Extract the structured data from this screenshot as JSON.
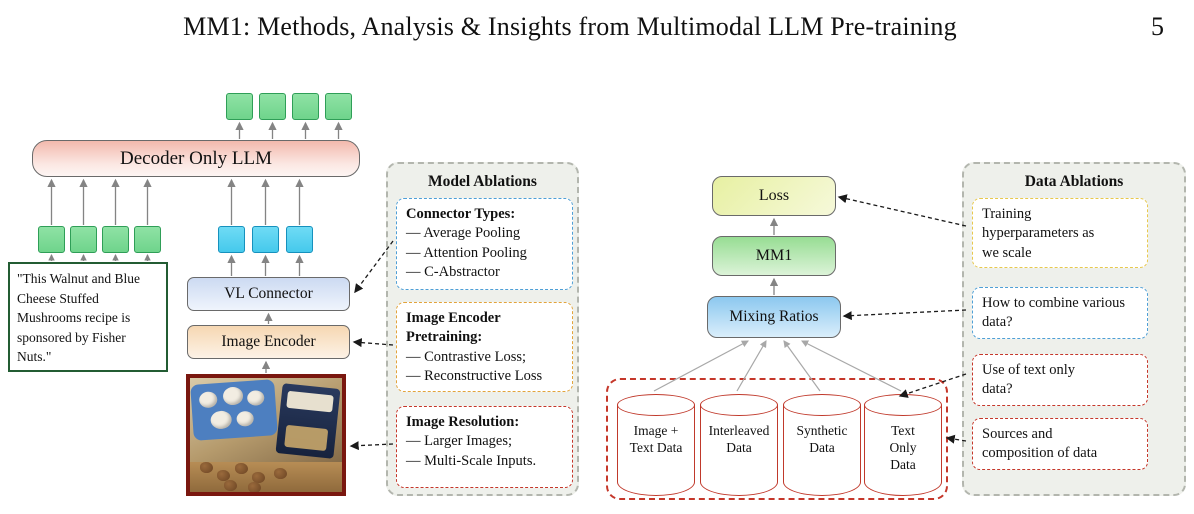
{
  "header": {
    "title": "MM1: Methods, Analysis & Insights from Multimodal LLM Pre-training",
    "page_number": "5"
  },
  "architecture": {
    "decoder_llm_label": "Decoder Only LLM",
    "vl_connector_label": "VL Connector",
    "image_encoder_label": "Image Encoder",
    "input_text": "\"This Walnut and Blue Cheese Stuffed Mushrooms recipe is sponsored by Fisher Nuts.\""
  },
  "model_ablations": {
    "title": "Model Ablations",
    "boxes": [
      {
        "heading": "Connector Types:",
        "items": [
          "— Average Pooling",
          "— Attention Pooling",
          "— C-Abstractor"
        ],
        "accent_color": "#4e9fd6"
      },
      {
        "heading": "Image Encoder Pretraining:",
        "items": [
          "— Contrastive Loss;",
          "— Reconstructive Loss"
        ],
        "accent_color": "#e2a43c"
      },
      {
        "heading": "Image Resolution:",
        "items": [
          "— Larger Images;",
          "— Multi-Scale Inputs."
        ],
        "accent_color": "#c5372a"
      }
    ]
  },
  "data_pipeline": {
    "loss_label": "Loss",
    "model_label": "MM1",
    "mixing_label": "Mixing Ratios",
    "datasets": [
      "Image +\nText Data",
      "Interleaved\nData",
      "Synthetic\nData",
      "Text\nOnly\nData"
    ]
  },
  "data_ablations": {
    "title": "Data Ablations",
    "notes": [
      {
        "text": "Training\nhyperparameters as\nwe scale",
        "accent_color": "#e8c84d"
      },
      {
        "text": "How to combine various\ndata?",
        "accent_color": "#4e9fd6"
      },
      {
        "text": "Use of text only\ndata?",
        "accent_color": "#c5372a"
      },
      {
        "text": "Sources and\ncomposition of data",
        "accent_color": "#c5372a"
      }
    ]
  },
  "colors": {
    "token_green": "#7edb97",
    "token_blue": "#56d2f0",
    "decoder_llm_fill": "#f3b9ad",
    "vl_connector_fill": "#ccdaf2",
    "image_encoder_fill": "#f6d7b2",
    "loss_fill": "#e7f0a2",
    "mm1_fill": "#97dd93",
    "mixing_fill": "#8cc8ef",
    "cylinder_outline": "#c0392b",
    "photo_border": "#7a170f",
    "caption_border": "#235c33"
  }
}
